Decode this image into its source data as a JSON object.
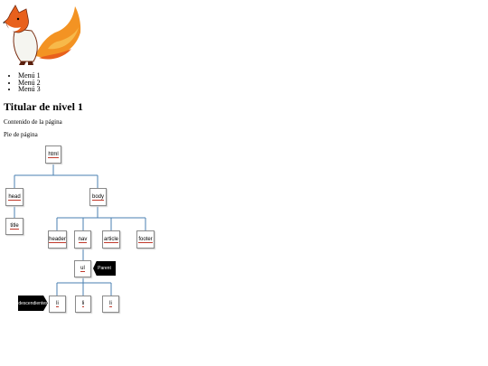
{
  "menu": [
    "Menú 1",
    "Menú 2",
    "Menú 3"
  ],
  "heading": "Titular de nivel 1",
  "content": "Contenido de la página",
  "footer": "Pie de página",
  "tree": {
    "html": "html",
    "head": "head",
    "body": "body",
    "title": "title",
    "header": "header",
    "nav": "nav",
    "article": "article",
    "footer_node": "footer",
    "ul": "ul",
    "li1": "li",
    "li2": "li",
    "li3": "li",
    "parent_tag": "Parent",
    "descendants_tag": "descendientes"
  },
  "colors": {
    "connector": "#4a7fb0"
  }
}
